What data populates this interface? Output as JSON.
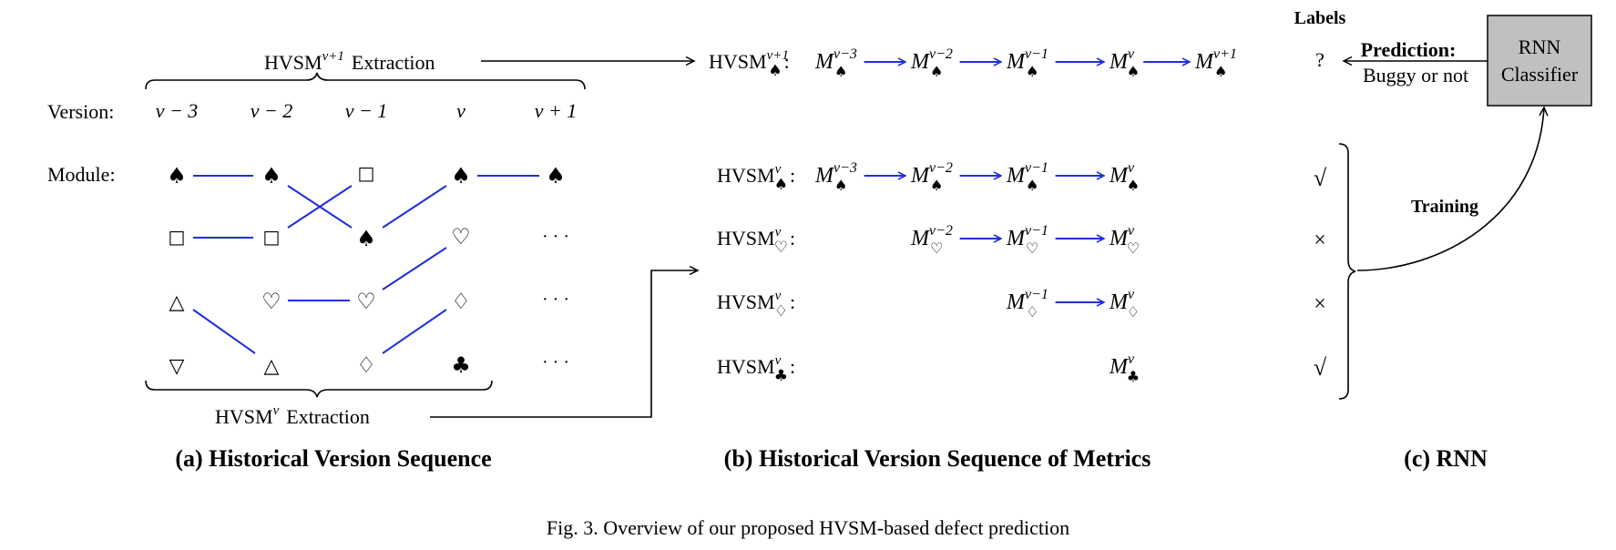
{
  "figure": {
    "caption": "Fig. 3.  Overview of our proposed HVSM-based defect prediction",
    "panel_a": {
      "title": "(a) Historical Version Sequence",
      "extraction_top": {
        "base": "HVSM",
        "sup": "v+1",
        "suffix": "Extraction"
      },
      "extraction_bottom": {
        "base": "HVSM",
        "sup": "v",
        "suffix": "Extraction"
      },
      "version_label": "Version:",
      "module_label": "Module:",
      "versions": [
        "v − 3",
        "v − 2",
        "v − 1",
        "v",
        "v + 1"
      ],
      "ellipsis": "· · ·",
      "grid": [
        [
          "♠",
          "♠",
          "□",
          "♠",
          "♠"
        ],
        [
          "□",
          "□",
          "♠",
          "♡",
          "· · ·"
        ],
        [
          "△",
          "♡",
          "♡",
          "♢",
          "· · ·"
        ],
        [
          "▽",
          "△",
          "♢",
          "♣",
          "· · ·"
        ]
      ]
    },
    "panel_b": {
      "title": "(b) Historical Version Sequence of Metrics",
      "rows": [
        {
          "name": "HVSM",
          "sup": "v+1",
          "sub": "♠",
          "metrics": [
            "v−3",
            "v−2",
            "v−1",
            "v",
            "v+1"
          ]
        },
        {
          "name": "HVSM",
          "sup": "v",
          "sub": "♠",
          "metrics": [
            "v−3",
            "v−2",
            "v−1",
            "v"
          ]
        },
        {
          "name": "HVSM",
          "sup": "v",
          "sub": "♡",
          "metrics": [
            "v−2",
            "v−1",
            "v"
          ]
        },
        {
          "name": "HVSM",
          "sup": "v",
          "sub": "♢",
          "metrics": [
            "v−1",
            "v"
          ]
        },
        {
          "name": "HVSM",
          "sup": "v",
          "sub": "♣",
          "metrics": [
            "v"
          ]
        }
      ],
      "metric_letter": "M"
    },
    "panel_c": {
      "title": "(c) RNN",
      "labels_header": "Labels",
      "labels": [
        "?",
        "√",
        "×",
        "×",
        "√"
      ],
      "prediction_label": "Prediction:",
      "prediction_text": "Buggy or not",
      "classifier_line1": "RNN",
      "classifier_line2": "Classifier",
      "training_label": "Training",
      "classifier_fill": "#c0c0c0"
    }
  }
}
